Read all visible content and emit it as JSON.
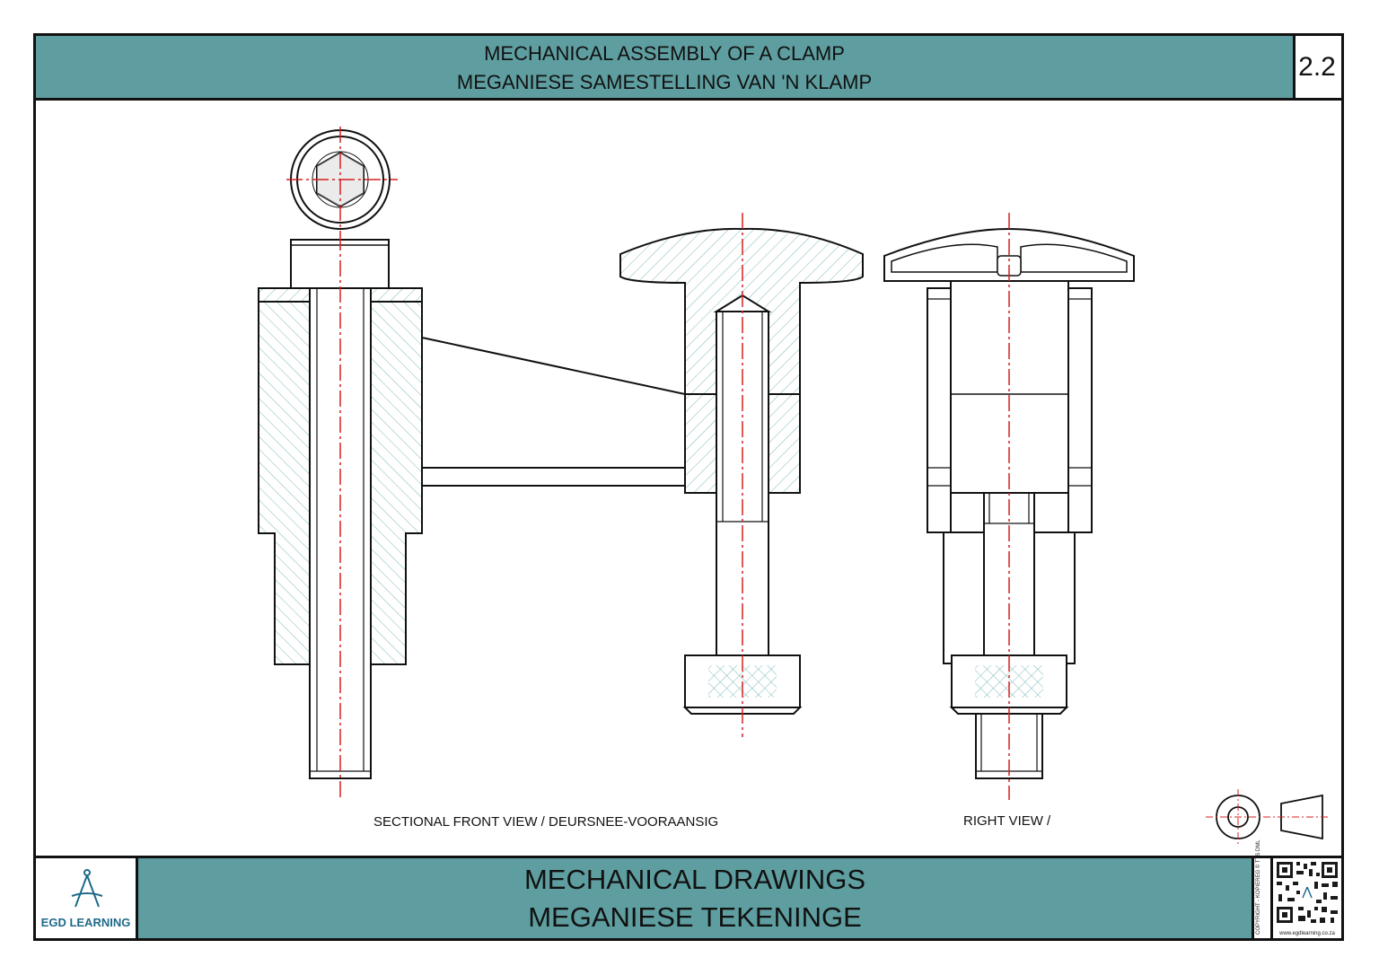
{
  "header": {
    "title_en": "MECHANICAL ASSEMBLY OF A CLAMP",
    "title_af": "MEGANIESE SAMESTELLING VAN 'N KLAMP",
    "sheet_number": "2.2"
  },
  "views": {
    "front_label": "SECTIONAL FRONT VIEW / DEURSNEE-VOORAANSIG",
    "right_label": "RIGHT VIEW /"
  },
  "footer": {
    "logo_text": "EGD LEARNING",
    "title_en": "MECHANICAL DRAWINGS",
    "title_af": "MEGANIESE TEKENINGE",
    "copyright": "COPYRIGHT - KOPIEREG © TTS DML",
    "website": "www.egdlearning.co.za"
  },
  "colors": {
    "band": "#5f9ea0",
    "centerline": "#d62020",
    "hatch": "#7fb8b8",
    "outline": "#111111"
  },
  "icons": {
    "logo": "compass-icon",
    "projection_symbol": "first-angle-projection-icon",
    "qr": "qr-code-icon"
  }
}
